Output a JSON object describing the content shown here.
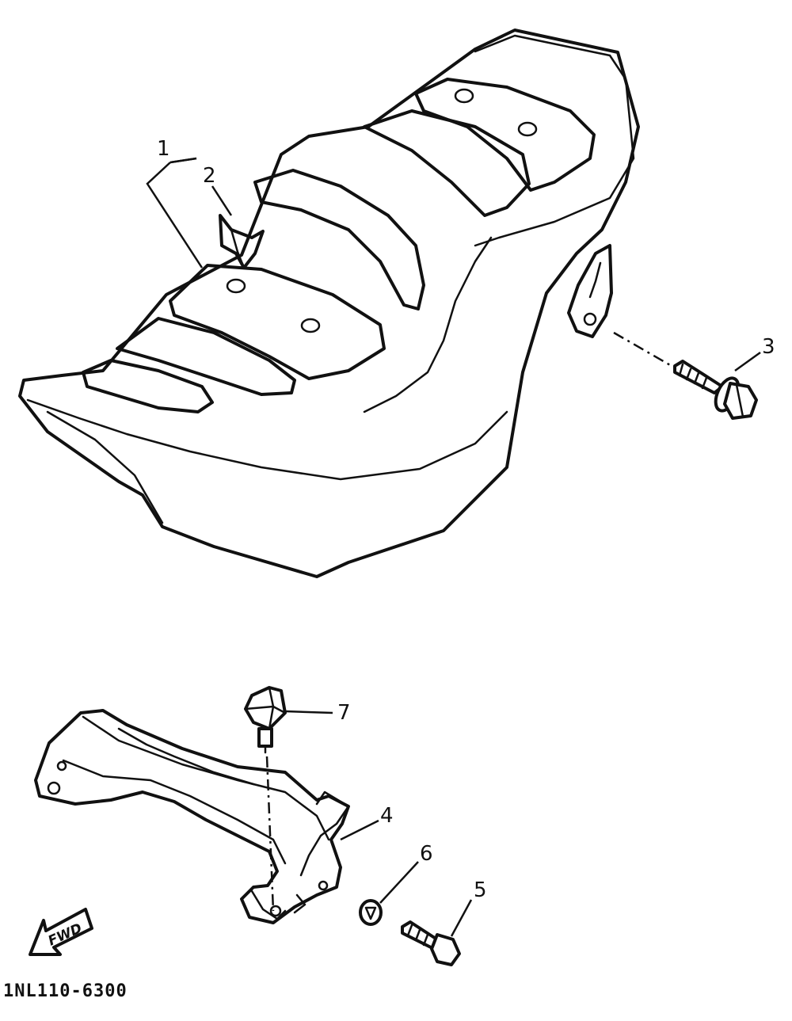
{
  "diagram": {
    "part_code": "1NL110-6300",
    "fwd_label": "FWD",
    "callouts": [
      "1",
      "2",
      "3",
      "4",
      "5",
      "6",
      "7"
    ],
    "parts": [
      {
        "ref": "1",
        "icon": "seat-assembly-icon"
      },
      {
        "ref": "2",
        "icon": "seat-strap-icon"
      },
      {
        "ref": "3",
        "icon": "flange-bolt-icon"
      },
      {
        "ref": "4",
        "icon": "seat-bracket-icon"
      },
      {
        "ref": "5",
        "icon": "bolt-icon"
      },
      {
        "ref": "6",
        "icon": "nut-icon"
      },
      {
        "ref": "7",
        "icon": "damper-icon"
      }
    ]
  }
}
